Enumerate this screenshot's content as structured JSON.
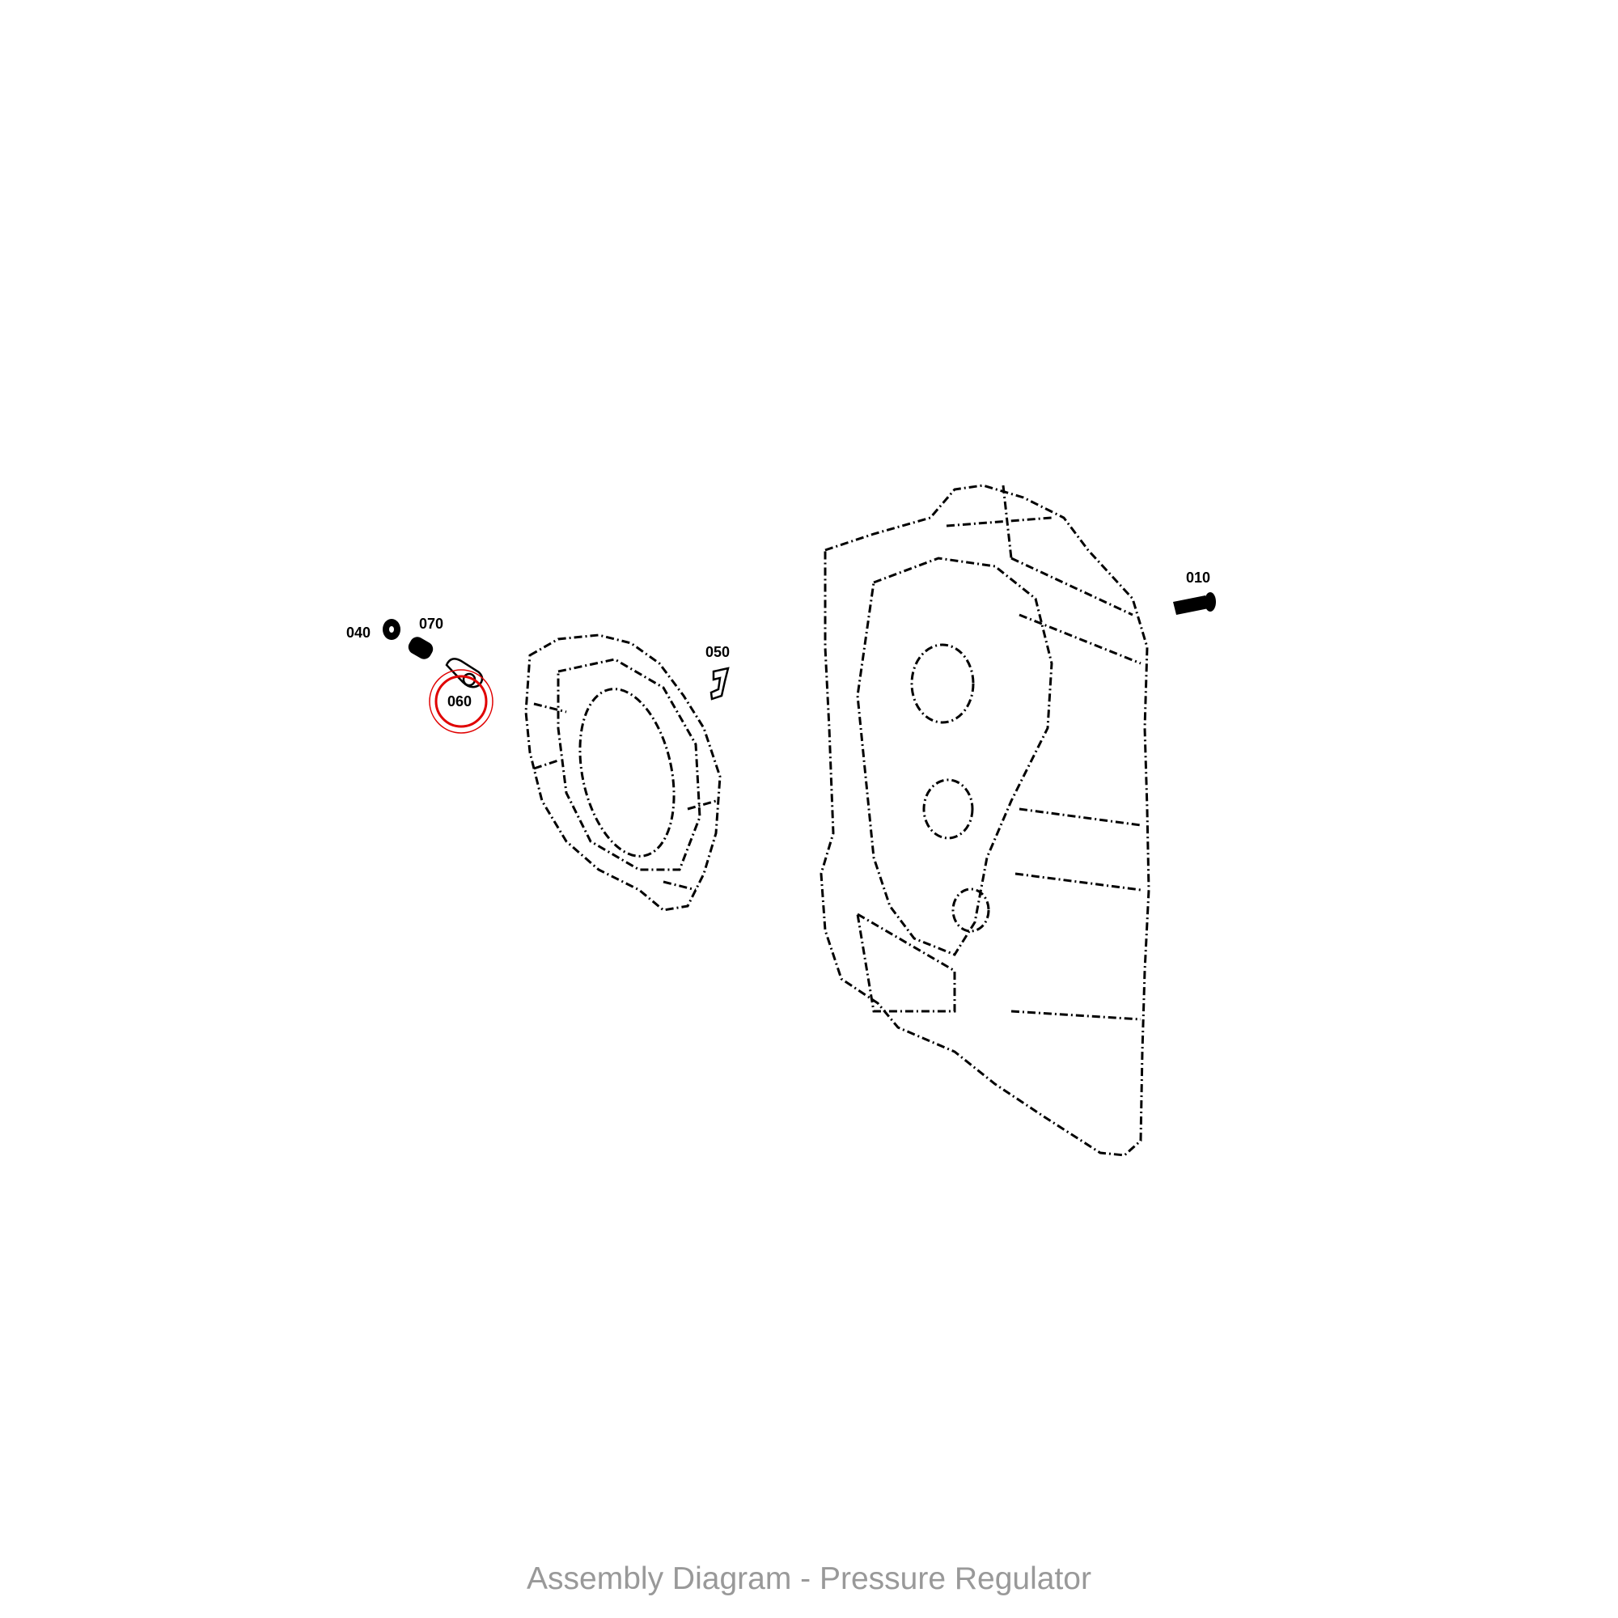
{
  "parts": [
    {
      "id": "010"
    },
    {
      "id": "040"
    },
    {
      "id": "050"
    },
    {
      "id": "060",
      "highlighted": true
    },
    {
      "id": "070"
    }
  ],
  "highlight_color": "#e00000",
  "caption": "Assembly Diagram - Pressure Regulator"
}
